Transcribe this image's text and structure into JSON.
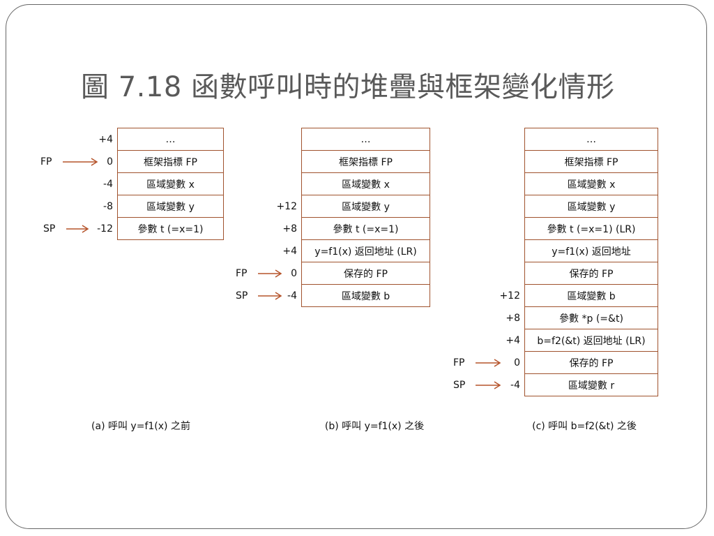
{
  "title": "圖 7.18 函數呼叫時的堆疊與框架變化情形",
  "diagrams": [
    {
      "cells": [
        "…",
        "框架指標 FP",
        "區域變數 x",
        "區域變數 y",
        "參數 t (=x=1)"
      ],
      "offsets": [
        "+4",
        "0",
        "-4",
        "-8",
        "-12"
      ],
      "fp_label": "FP",
      "sp_label": "SP",
      "caption": "(a) 呼叫 y=f1(x) 之前"
    },
    {
      "cells": [
        "…",
        "框架指標 FP",
        "區域變數 x",
        "區域變數 y",
        "參數 t (=x=1)",
        "y=f1(x) 返回地址 (LR)",
        "保存的 FP",
        "區域變數 b"
      ],
      "offsets": [
        "",
        "",
        "",
        "+12",
        "+8",
        "+4",
        "0",
        "-4"
      ],
      "fp_label": "FP",
      "sp_label": "SP",
      "caption": "(b) 呼叫 y=f1(x) 之後"
    },
    {
      "cells": [
        "…",
        "框架指標 FP",
        "區域變數 x",
        "區域變數 y",
        "參數 t (=x=1) (LR)",
        "y=f1(x) 返回地址",
        "保存的 FP",
        "區域變數 b",
        "參數 *p (=&t)",
        "b=f2(&t) 返回地址 (LR)",
        "保存的 FP",
        "區域變數 r"
      ],
      "offsets": [
        "",
        "",
        "",
        "",
        "",
        "",
        "",
        "+12",
        "+8",
        "+4",
        "0",
        "-4"
      ],
      "fp_label": "FP",
      "sp_label": "SP",
      "caption": "(c) 呼叫 b=f2(&t) 之後"
    }
  ],
  "colors": {
    "cell_border": "#a0522d",
    "arrow": "#b5532a",
    "title": "#595959"
  }
}
